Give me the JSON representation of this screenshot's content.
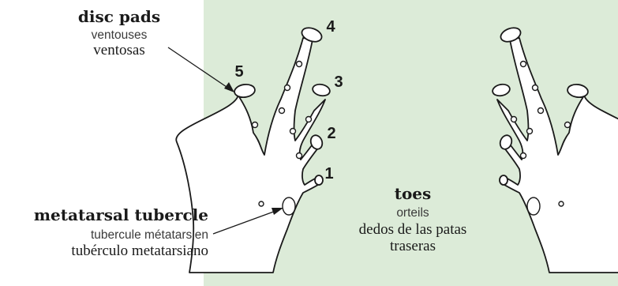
{
  "colors": {
    "background_panel": "#dcebd8",
    "outline": "#1a1a1a",
    "foot_fill": "#ffffff"
  },
  "labels": {
    "disc_pads": {
      "en": "disc pads",
      "fr": "ventouses",
      "es": "ventosas"
    },
    "metatarsal_tubercle": {
      "en": "metatarsal tubercle",
      "fr": "tubercule métatarsien",
      "es": "tubérculo metatarsiano"
    },
    "toes": {
      "en": "toes",
      "fr": "orteils",
      "es_line1": "dedos de las patas",
      "es_line2": "traseras"
    }
  },
  "toe_numbers": [
    "1",
    "2",
    "3",
    "4",
    "5"
  ]
}
